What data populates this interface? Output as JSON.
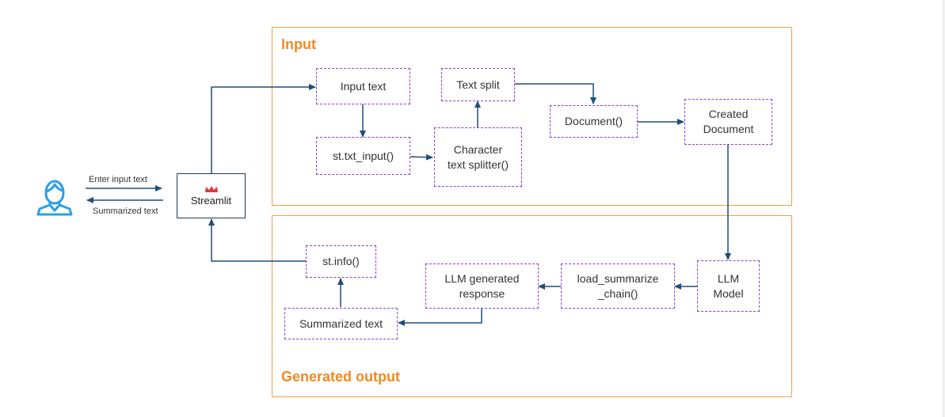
{
  "groups": {
    "input_title": "Input",
    "output_title": "Generated output"
  },
  "user_actor": {
    "icon": "user-icon"
  },
  "streamlit": {
    "label": "Streamlit",
    "icon": "streamlit-crown-icon",
    "icon_color": "#e0393e"
  },
  "edges": {
    "enter_input_text": "Enter input text",
    "summarized_text": "Summarized text"
  },
  "nodes": {
    "input_text": "Input text",
    "st_txt_input": "st.txt_input()",
    "text_split": "Text split",
    "character_text_splitter": "Character\ntext splitter()",
    "document": "Document()",
    "created_document": "Created\nDocument",
    "llm_model": "LLM\nModel",
    "load_summarize_chain": "load_summarize\n_chain()",
    "llm_generated_response": "LLM generated\nresponse",
    "st_info": "st.info()",
    "summarized_text": "Summarized text"
  },
  "colors": {
    "group_border": "#f0a04b",
    "group_title": "#f08a24",
    "node_border": "#8a3fd8",
    "arrow": "#1f4e79",
    "user_icon": "#2aa0e6"
  }
}
